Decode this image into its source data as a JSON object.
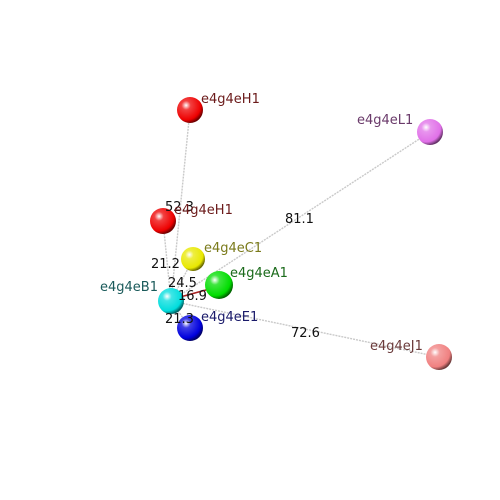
{
  "atoms": [
    {
      "id": "H1_top",
      "label": "e4g4eH1",
      "color": "#ee0000",
      "label_color": "#6b1a1a"
    },
    {
      "id": "L1",
      "label": "e4g4eL1",
      "color": "#e070e8",
      "label_color": "#6a3a6a"
    },
    {
      "id": "H1_mid",
      "label": "e4g4eH1",
      "color": "#ee0000",
      "label_color": "#6b1a1a"
    },
    {
      "id": "C1",
      "label": "e4g4eC1",
      "color": "#e8e800",
      "label_color": "#7a7a1a"
    },
    {
      "id": "A1",
      "label": "e4g4eA1",
      "color": "#00dd00",
      "label_color": "#1a6a1a"
    },
    {
      "id": "B1",
      "label": "e4g4eB1",
      "color": "#00dddd",
      "label_color": "#1a5a5a"
    },
    {
      "id": "E1",
      "label": "e4g4eE1",
      "color": "#0000dd",
      "label_color": "#1a1a6a"
    },
    {
      "id": "J1",
      "label": "e4g4eJ1",
      "color": "#f08080",
      "label_color": "#6a3a3a"
    }
  ],
  "distances": [
    {
      "from": "B1",
      "to": "H1_top",
      "value": "52.3"
    },
    {
      "from": "B1",
      "to": "L1",
      "value": "81.1"
    },
    {
      "from": "B1",
      "to": "H1_mid",
      "value": "21.2"
    },
    {
      "from": "B1",
      "to": "C1",
      "value": "24.5"
    },
    {
      "from": "B1",
      "to": "A1",
      "value": "16.9"
    },
    {
      "from": "B1",
      "to": "E1",
      "value": "21.3"
    },
    {
      "from": "B1",
      "to": "J1",
      "value": "72.6"
    }
  ]
}
